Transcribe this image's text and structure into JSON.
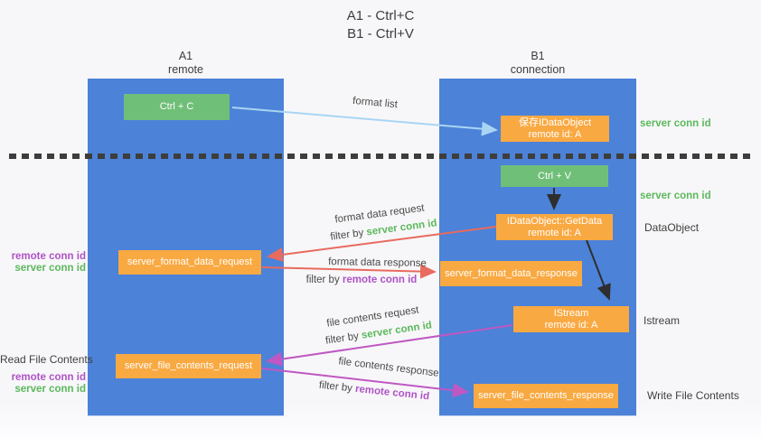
{
  "title": {
    "line1": "A1 - Ctrl+C",
    "line2": "B1 - Ctrl+V"
  },
  "lifelines": {
    "left": {
      "name": "A1",
      "role": "remote"
    },
    "right": {
      "name": "B1",
      "role": "connection"
    }
  },
  "nodes": {
    "ctrl_c": {
      "label": "Ctrl + C"
    },
    "save_idataobject": {
      "line1": "保存IDataObject",
      "line2": "remote id: A"
    },
    "ctrl_v": {
      "label": "Ctrl + V"
    },
    "idataobject_getdata": {
      "line1": "IDataObject::GetData",
      "line2": "remote id: A"
    },
    "server_format_data_request": {
      "label": "server_format_data_request"
    },
    "server_format_data_response": {
      "label": "server_format_data_response"
    },
    "istream": {
      "line1": "IStream",
      "line2": "remote id: A"
    },
    "server_file_contents_request": {
      "label": "server_file_contents_request"
    },
    "server_file_contents_response": {
      "label": "server_file_contents_response"
    }
  },
  "messages": {
    "format_list": {
      "label": "format list"
    },
    "format_data_request": {
      "label": "format data request",
      "filter_prefix": "filter by ",
      "filter_key": "server conn id"
    },
    "format_data_response": {
      "label": "format data response",
      "filter_prefix": "filter by ",
      "filter_key": "remote conn id"
    },
    "file_contents_request": {
      "label": "file contents request",
      "filter_prefix": "filter by ",
      "filter_key": "server conn id"
    },
    "file_contents_response": {
      "label": "file contents response",
      "filter_prefix": "filter by ",
      "filter_key": "remote conn id"
    }
  },
  "annotations": {
    "server_conn_id_top": "server conn id",
    "server_conn_id_mid": "server conn id",
    "dataobject": "DataObject",
    "istream": "Istream",
    "write_file_contents": "Write File Contents",
    "read_file_contents": "Read File Contents",
    "remote_conn_id_mid": "remote conn id",
    "server_conn_id_left_mid": "server conn id",
    "remote_conn_id_bottom": "remote conn id",
    "server_conn_id_left_bottom": "server conn id"
  },
  "colors": {
    "lifeline_blue": "#4c82d8",
    "action_green": "#70bf78",
    "message_orange": "#f9a942",
    "request_red": "#e96a5e",
    "stream_magenta": "#bf58c3",
    "format_list_blue": "#a9d5f3",
    "arrow_black": "#2e2e2e",
    "conn_green_text": "#5cb85c",
    "conn_purple_text": "#b052c5",
    "dashed_line": "#3d3d3d"
  }
}
